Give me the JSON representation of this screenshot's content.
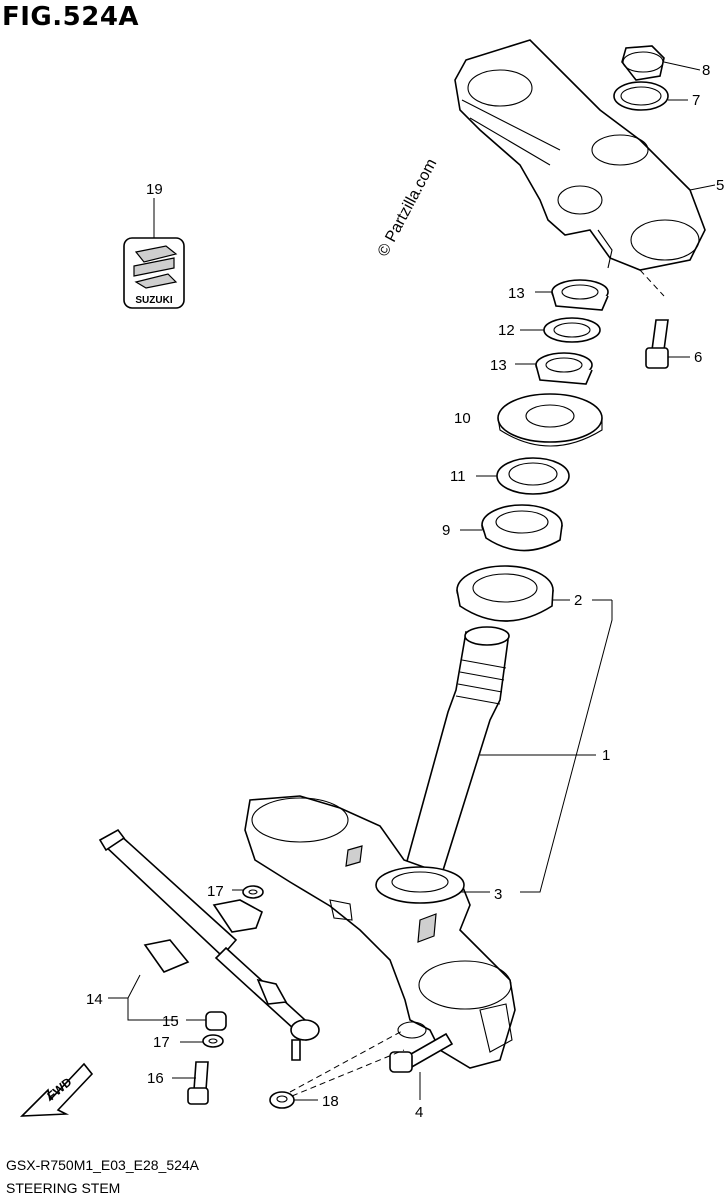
{
  "figure": {
    "title": "FIG.524A",
    "code": "GSX-R750M1_E03_E28_524A",
    "name": "STEERING STEM",
    "watermark": "© Partzilla.com",
    "emblem_text": "SUZUKI",
    "fwd_label": "FWD"
  },
  "callouts": [
    "1",
    "2",
    "3",
    "4",
    "5",
    "6",
    "7",
    "8",
    "9",
    "10",
    "11",
    "12",
    "13",
    "13",
    "14",
    "15",
    "16",
    "17",
    "17",
    "18",
    "19"
  ]
}
